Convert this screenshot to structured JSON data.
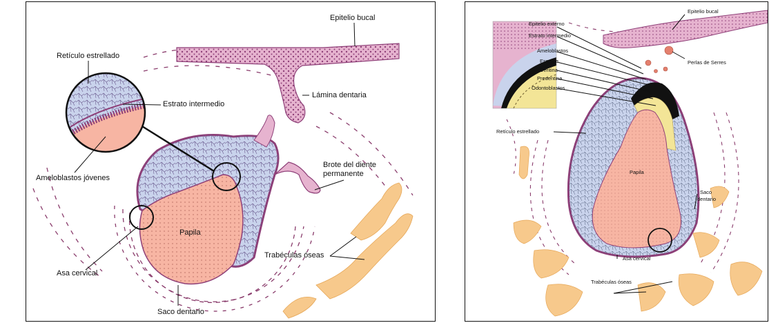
{
  "left_panel": {
    "labels": {
      "epitelio_bucal": "Epitelio bucal",
      "reticulo_estrellado": "Retículo estrellado",
      "estrato_intermedio": "Estrato intermedio",
      "lamina_dentaria": "Lámina dentaria",
      "ameloblastos_jovenes": "Ameloblastos jóvenes",
      "brote_diente": "Brote del diente",
      "permanente": "permanente",
      "papila": "Papila",
      "trabeculas_oseas": "Trabéculas óseas",
      "asa_cervical": "Asa cervical",
      "saco_dentario": "Saco dentario"
    }
  },
  "right_panel": {
    "labels": {
      "epitelio_bucal": "Epitelio bucal",
      "epitelio_externo": "Epitelio externo",
      "estrato_intermedio": "Estrato intermedio",
      "ameloblastos": "Ameloblastos",
      "esmalte": "Esmalte",
      "dentina": "Dentina",
      "predentina": "Predentina",
      "odontoblastos": "Odontoblastos",
      "perlas_serres": "Perlas de Serres",
      "reticulo_estrellado": "Retículo estrellado",
      "papila": "Papila",
      "saco": "Saco",
      "dentario": "dentario",
      "asa_cervical": "Asa cervical",
      "trabeculas_oseas": "Trabéculas óseas"
    }
  },
  "colors": {
    "epithelium": "#e6b3cf",
    "epithelium_dots": "#8e3f78",
    "reticulum": "#c9d3ec",
    "papilla": "#f7b5a3",
    "bone": "#f7c98c",
    "enamel": "#111111",
    "dentin": "#f3e597",
    "sac_dashes": "#8a3c6c"
  }
}
